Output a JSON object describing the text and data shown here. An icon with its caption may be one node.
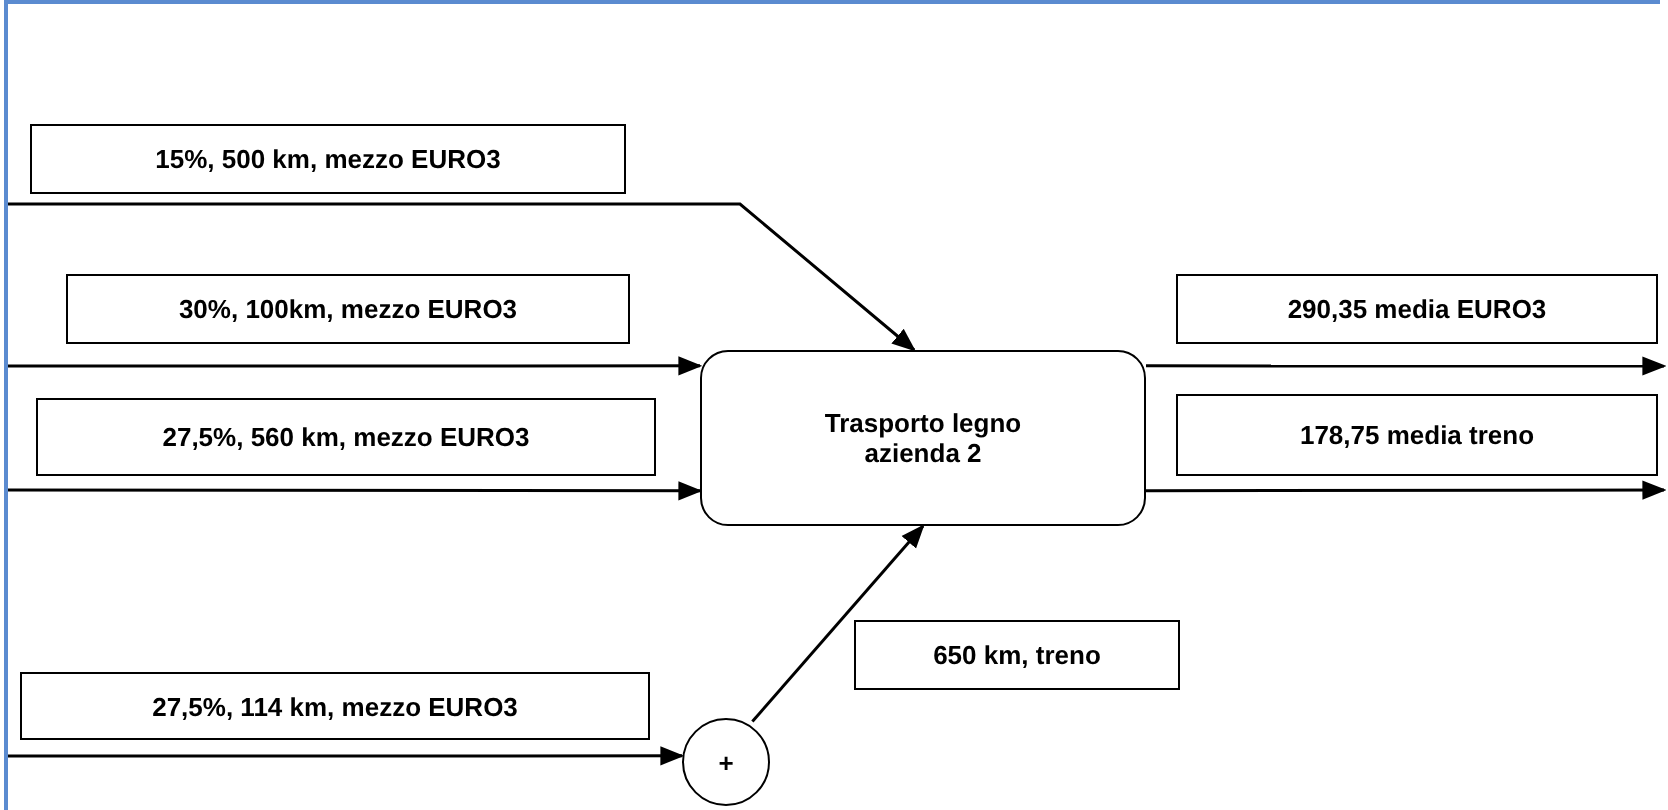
{
  "diagram": {
    "nodes": [
      {
        "text": [
          "Trasporto legno azienda 2"
        ]
      },
      {
        "text": [
          "+"
        ]
      }
    ],
    "edges": [
      {
        "from": null,
        "to": 0,
        "arrow": "to",
        "label": "15%, 500 km, mezzo EURO3"
      },
      {
        "from": null,
        "to": 0,
        "arrow": "to",
        "label": "30%, 100km, mezzo EURO3"
      },
      {
        "from": null,
        "to": 0,
        "arrow": "to",
        "label": "27,5%, 560 km, mezzo EURO3"
      },
      {
        "from": null,
        "to": 1,
        "arrow": "to",
        "label": "27,5%, 114 km, mezzo EURO3"
      },
      {
        "from": 1,
        "to": 0,
        "arrow": "to",
        "label": "650 km, treno"
      },
      {
        "from": 0,
        "to": null,
        "arrow": "to",
        "label": "290,35 media EURO3"
      },
      {
        "from": 0,
        "to": null,
        "arrow": "to",
        "label": "178,75 media treno"
      }
    ]
  }
}
